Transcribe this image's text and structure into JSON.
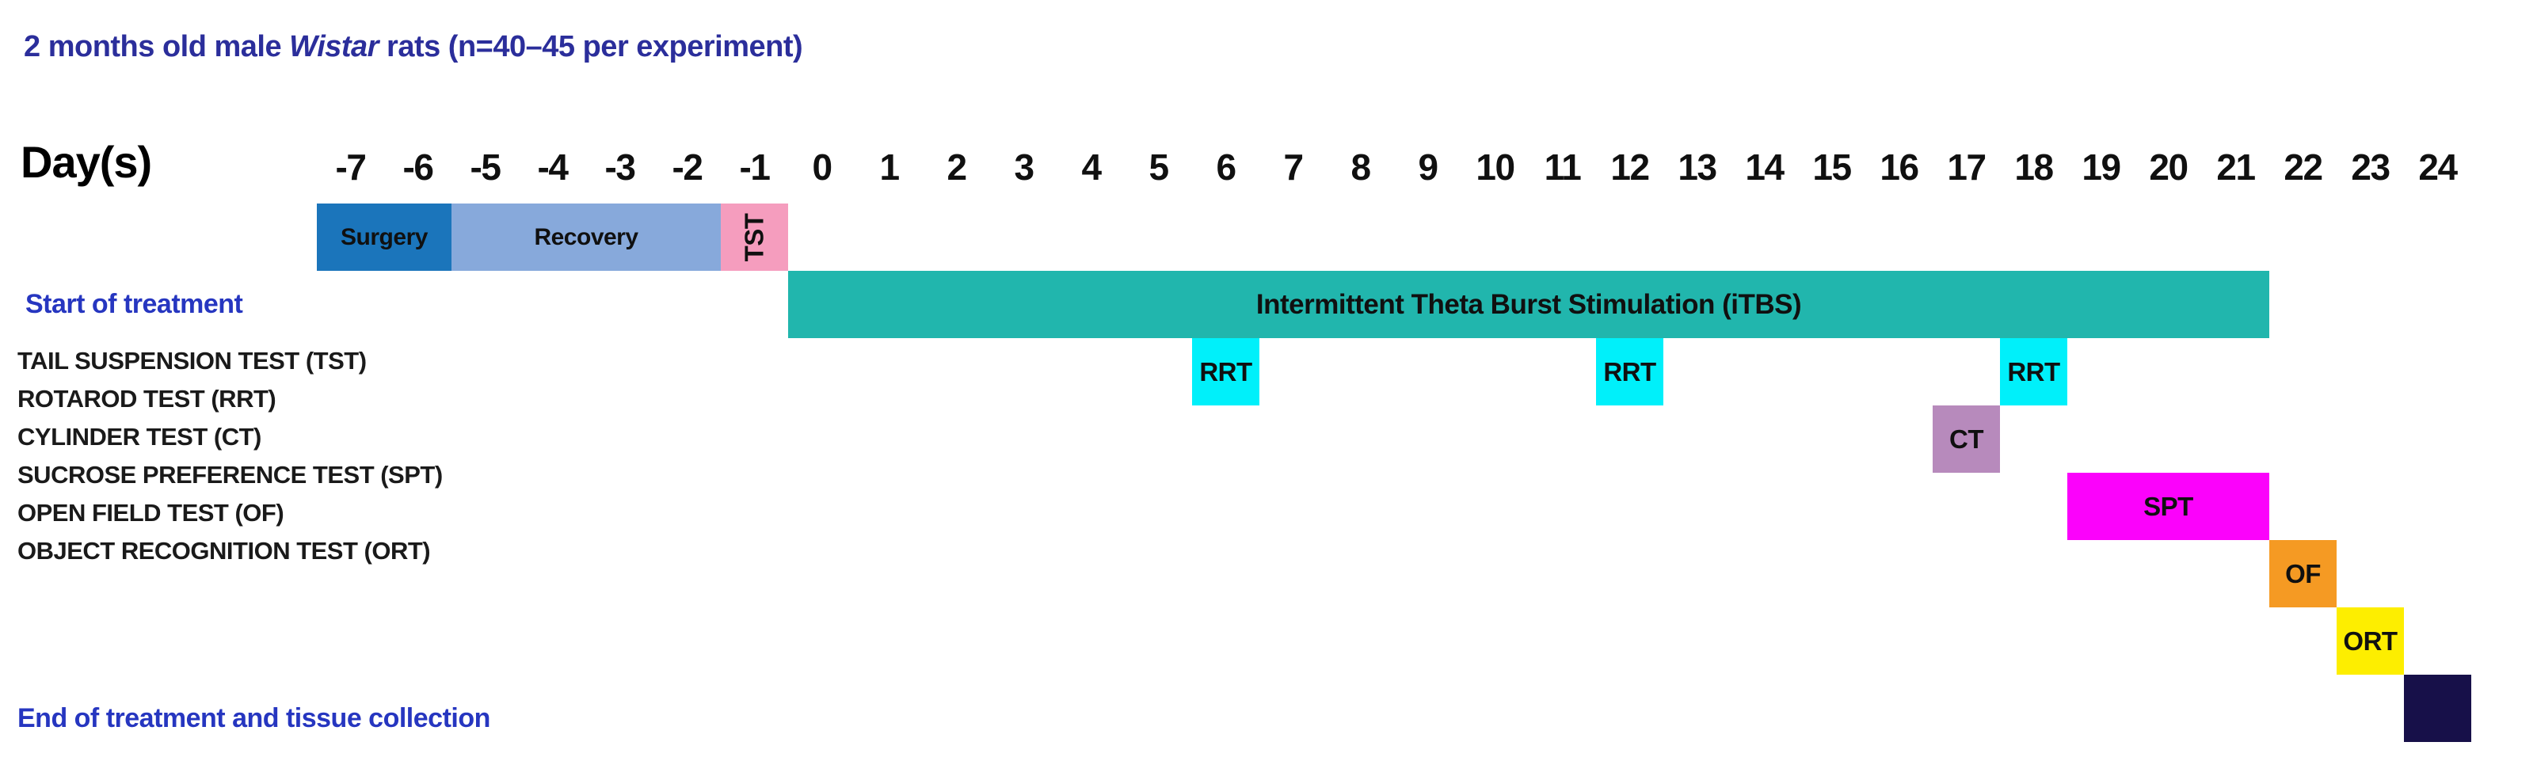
{
  "title": {
    "prefix": "2 months old male ",
    "strain": "Wistar",
    "suffix": " rats (n=40–45 per experiment)"
  },
  "axis": {
    "label": "Day(s)",
    "days": [
      "-7",
      "-6",
      "-5",
      "-4",
      "-3",
      "-2",
      "-1",
      "0",
      "1",
      "2",
      "3",
      "4",
      "5",
      "6",
      "7",
      "8",
      "9",
      "10",
      "11",
      "12",
      "13",
      "14",
      "15",
      "16",
      "17",
      "18",
      "19",
      "20",
      "21",
      "22",
      "23",
      "24"
    ],
    "bold_day": "0"
  },
  "timeline": {
    "day_min": -7,
    "day_max": 24,
    "blocks": [
      {
        "id": "surgery",
        "label": "Surgery",
        "start": -7,
        "end": -6,
        "row": 0,
        "color": "#1b75bb"
      },
      {
        "id": "recovery",
        "label": "Recovery",
        "start": -5,
        "end": -2,
        "row": 0,
        "color": "#87a9db"
      },
      {
        "id": "tst",
        "label": "TST",
        "start": -1,
        "end": -1,
        "row": 0,
        "color": "#f59dbe",
        "vertical": true
      },
      {
        "id": "itbs",
        "label": "Intermittent Theta Burst Stimulation (iTBS)",
        "start": 0,
        "end": 21,
        "row": 1,
        "color": "#21b6ad"
      },
      {
        "id": "rrt-day6",
        "label": "RRT",
        "start": 6,
        "end": 6,
        "row": 2,
        "color": "#00f0fa"
      },
      {
        "id": "rrt-day12",
        "label": "RRT",
        "start": 12,
        "end": 12,
        "row": 2,
        "color": "#00f0fa"
      },
      {
        "id": "rrt-day18",
        "label": "RRT",
        "start": 18,
        "end": 18,
        "row": 2,
        "color": "#00f0fa"
      },
      {
        "id": "ct",
        "label": "CT",
        "start": 17,
        "end": 17,
        "row": 3,
        "color": "#b78abc"
      },
      {
        "id": "spt",
        "label": "SPT",
        "start": 19,
        "end": 21,
        "row": 4,
        "color": "#fb02fb"
      },
      {
        "id": "of",
        "label": "OF",
        "start": 22,
        "end": 22,
        "row": 5,
        "color": "#f59a23"
      },
      {
        "id": "ort",
        "label": "ORT",
        "start": 23,
        "end": 23,
        "row": 6,
        "color": "#fdee00"
      },
      {
        "id": "tissue-collection",
        "label": "",
        "start": 24,
        "end": 24,
        "row": 7,
        "color": "#171049"
      }
    ]
  },
  "side_labels": {
    "start_of_treatment": "Start of treatment",
    "tests": [
      "TAIL SUSPENSION TEST (TST)",
      "ROTAROD TEST (RRT)",
      "CYLINDER TEST (CT)",
      "SUCROSE PREFERENCE TEST (SPT)",
      "OPEN FIELD TEST (OF)",
      "OBJECT RECOGNITION TEST (ORT)"
    ],
    "end_of_treatment": "End of treatment and tissue collection"
  },
  "colors": {
    "title_blue": "#2b2e9b",
    "side_label_blue": "#2636c0",
    "label_black": "#141414",
    "background": "#ffffff"
  }
}
